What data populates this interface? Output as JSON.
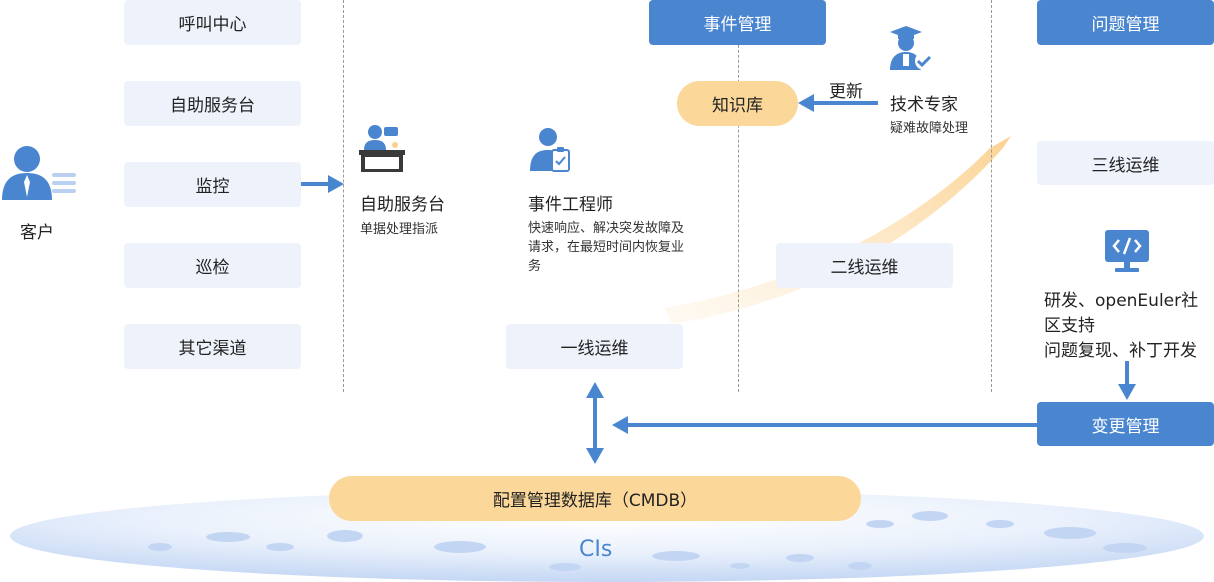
{
  "channels": [
    "呼叫中心",
    "自助服务台",
    "监控",
    "巡检",
    "其它渠道"
  ],
  "customer": {
    "label": "客户",
    "icon": "customer-icon"
  },
  "self_service": {
    "title": "自助服务台",
    "desc": "单据处理指派",
    "icon": "service-desk-icon"
  },
  "engineer": {
    "title": "事件工程师",
    "desc": "快速响应、解决突发故障及请求，在最短时间内恢复业务",
    "icon": "engineer-icon"
  },
  "incident_mgmt": "事件管理",
  "knowledge_base": "知识库",
  "update_label": "更新",
  "expert": {
    "title": "技术专家",
    "desc": "疑难故障处理",
    "icon": "expert-icon"
  },
  "problem_mgmt": "问题管理",
  "third_line": "三线运维",
  "dev_support": {
    "line1": "研发、openEuler社区支持",
    "line2": "问题复现、补丁开发",
    "icon": "code-monitor-icon"
  },
  "second_line": "二线运维",
  "first_line": "一线运维",
  "change_mgmt": "变更管理",
  "cmdb": "配置管理数据库（CMDB）",
  "cis": "CIs",
  "colors": {
    "blue": "#4a86cf",
    "orange": "#fbd79a",
    "light": "#eef3fb"
  }
}
